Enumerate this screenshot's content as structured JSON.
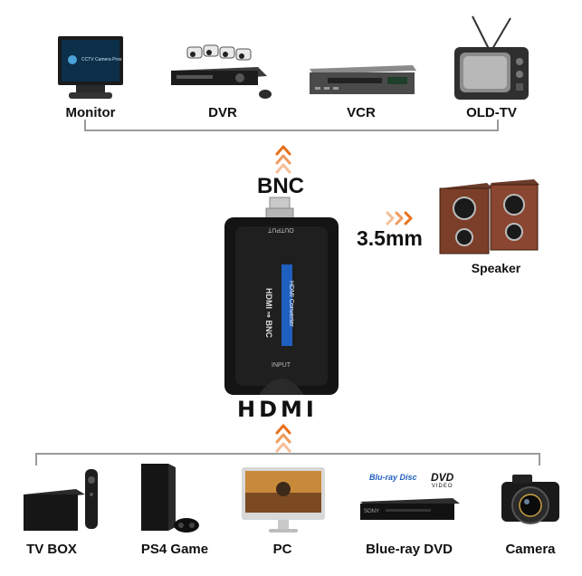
{
  "outputs": [
    {
      "label": "Monitor",
      "screen_text": "CCTV Camera Pros"
    },
    {
      "label": "DVR"
    },
    {
      "label": "VCR"
    },
    {
      "label": "OLD-TV"
    }
  ],
  "bnc_label": "BNC",
  "audio_label": "3.5mm",
  "speaker_label": "Speaker",
  "converter": {
    "output_port": "OUTPUT",
    "title": "HDMI ⇒ BNC",
    "subtitle": "HDMI Converter",
    "input_port": "INPUT"
  },
  "hdmi_logo": "HDMI",
  "inputs": [
    {
      "label": "TV BOX"
    },
    {
      "label": "PS4 Game"
    },
    {
      "label": "PC"
    },
    {
      "label": "Blue-ray DVD",
      "logo_bluray": "Blu-ray Disc",
      "logo_dvd": "DVD",
      "logo_dvd_sub": "VIDEO",
      "player_brand": "SONY"
    },
    {
      "label": "Camera"
    }
  ],
  "colors": {
    "arrow": "#e8701a",
    "bracket": "#9a9a9a",
    "accent_blue": "#1f5fbf"
  }
}
